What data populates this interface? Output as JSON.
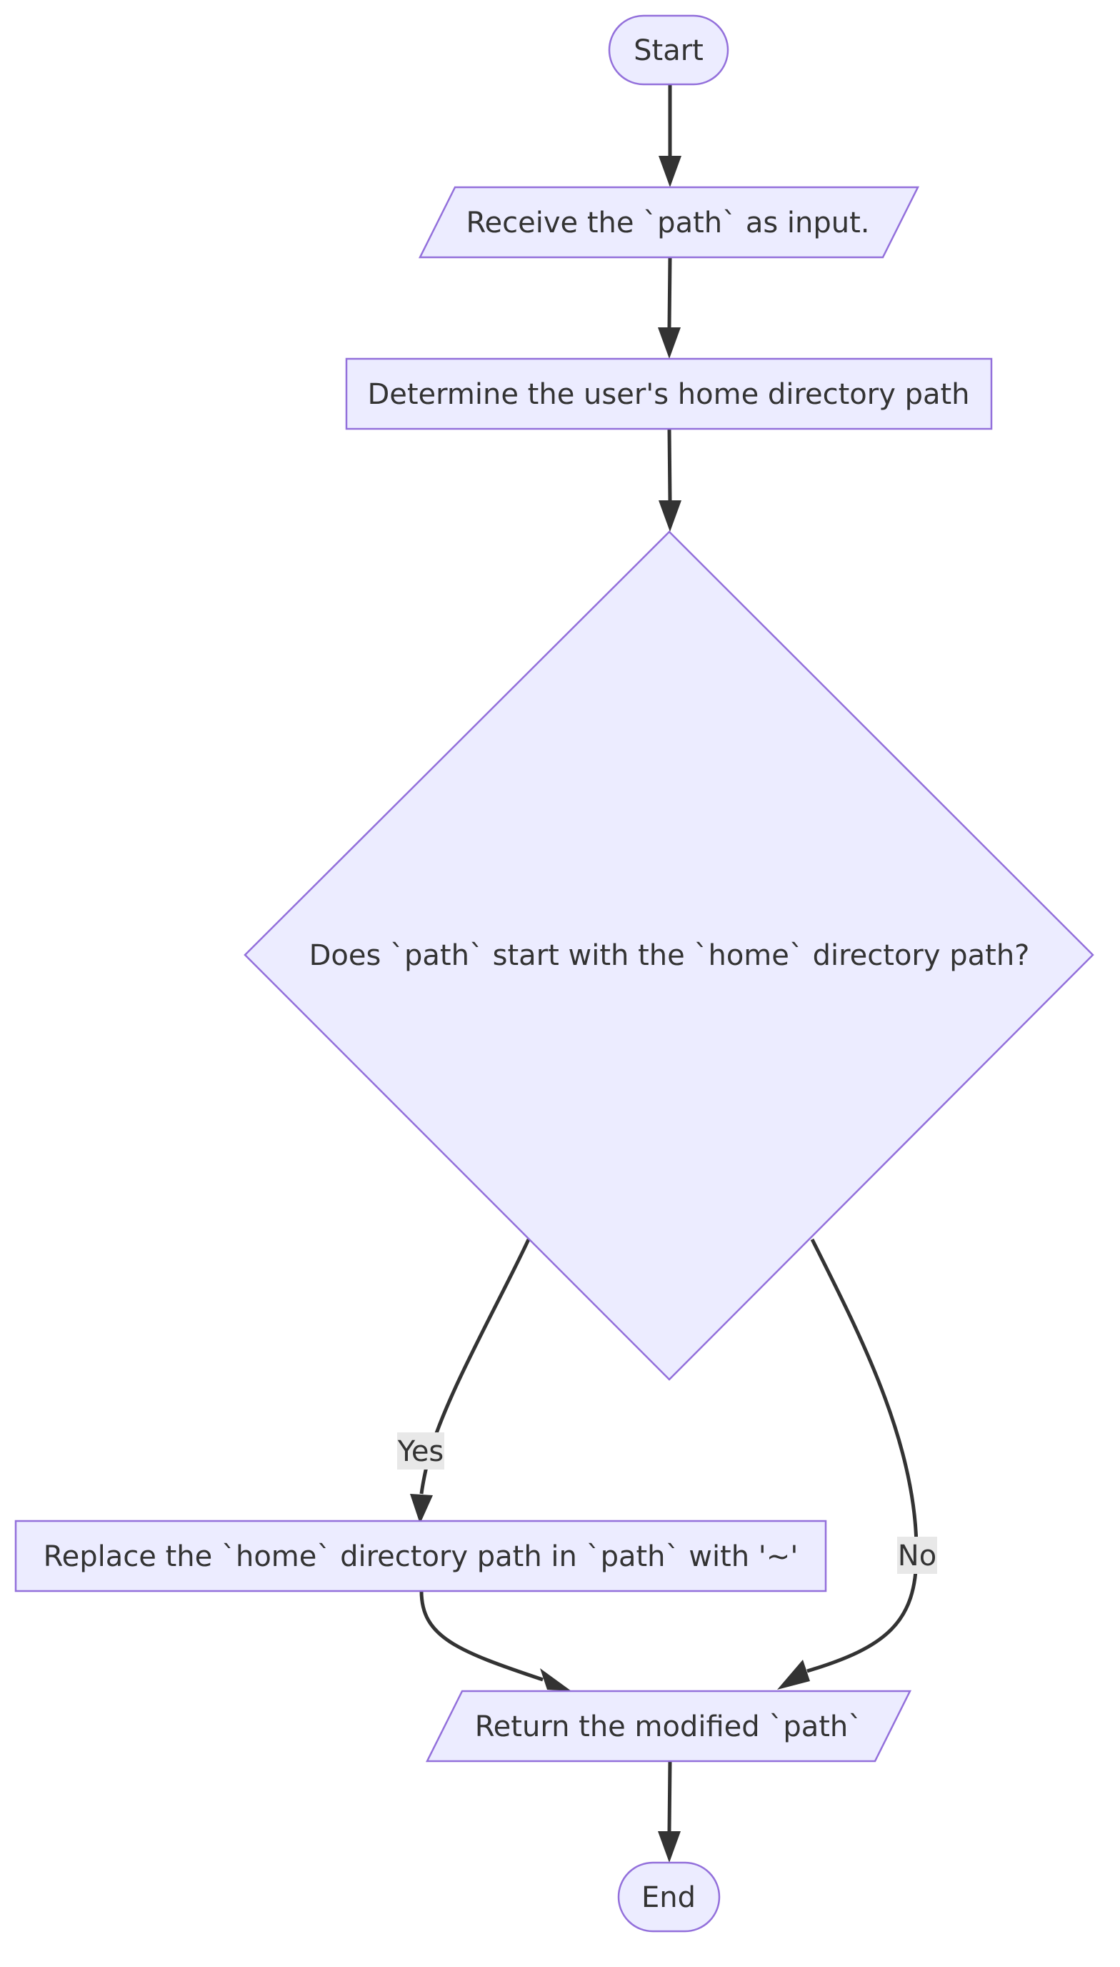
{
  "diagram": {
    "nodes": {
      "start": {
        "label": "Start",
        "shape": "stadium"
      },
      "receive": {
        "label": "Receive the `path` as input.",
        "shape": "parallelogram"
      },
      "determine": {
        "label": "Determine the user's home directory path",
        "shape": "rectangle"
      },
      "decision": {
        "label": "Does `path` start with the `home` directory path?",
        "shape": "diamond"
      },
      "replace": {
        "label": "Replace the `home` directory path in `path` with '~'",
        "shape": "rectangle"
      },
      "return": {
        "label": "Return the modified `path`",
        "shape": "parallelogram"
      },
      "end": {
        "label": "End",
        "shape": "stadium"
      }
    },
    "edges": [
      {
        "from": "start",
        "to": "receive",
        "label": ""
      },
      {
        "from": "receive",
        "to": "determine",
        "label": ""
      },
      {
        "from": "determine",
        "to": "decision",
        "label": ""
      },
      {
        "from": "decision",
        "to": "replace",
        "label": "Yes"
      },
      {
        "from": "decision",
        "to": "return",
        "label": "No"
      },
      {
        "from": "replace",
        "to": "return",
        "label": ""
      },
      {
        "from": "return",
        "to": "end",
        "label": ""
      }
    ],
    "colors": {
      "node_fill": "#ECECFF",
      "node_stroke": "#9370DB",
      "edge": "#333333",
      "label_bg": "#E8E8E8",
      "text": "#333333"
    }
  }
}
